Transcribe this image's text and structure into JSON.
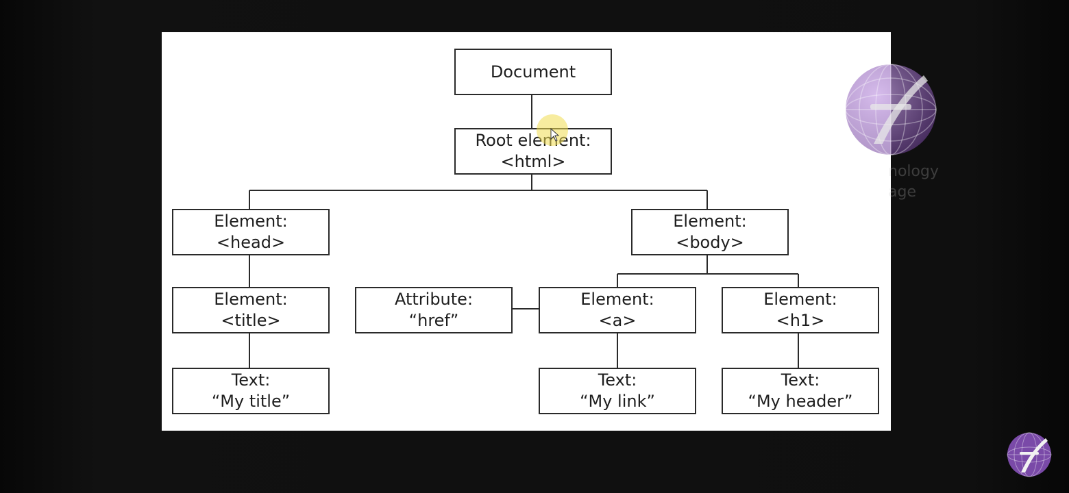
{
  "diagram": {
    "nodes": {
      "document": {
        "line1": "Document"
      },
      "root": {
        "line1": "Root element:",
        "line2": "<html>"
      },
      "head": {
        "line1": "Element:",
        "line2": "<head>"
      },
      "body": {
        "line1": "Element:",
        "line2": "<body>"
      },
      "title": {
        "line1": "Element:",
        "line2": "<title>"
      },
      "attribute": {
        "line1": "Attribute:",
        "line2": "“href”"
      },
      "a": {
        "line1": "Element:",
        "line2": "<a>"
      },
      "h1": {
        "line1": "Element:",
        "line2": "<h1>"
      },
      "text_title": {
        "line1": "Text:",
        "line2": "“My title”"
      },
      "text_link": {
        "line1": "Text:",
        "line2": "“My link”"
      },
      "text_header": {
        "line1": "Text:",
        "line2": "“My header”"
      }
    },
    "edges": [
      [
        "document",
        "root"
      ],
      [
        "root",
        "head"
      ],
      [
        "root",
        "body"
      ],
      [
        "head",
        "title"
      ],
      [
        "title",
        "text_title"
      ],
      [
        "body",
        "a"
      ],
      [
        "body",
        "h1"
      ],
      [
        "attribute",
        "a"
      ],
      [
        "a",
        "text_link"
      ],
      [
        "h1",
        "text_header"
      ]
    ]
  },
  "watermark": {
    "text_line1": "nology",
    "text_line2": "age"
  },
  "colors": {
    "background": "#0b0b0b",
    "slide": "#ffffff",
    "box_border": "#2a2a2a",
    "cursor_highlight": "#f0dc50",
    "logo": "#7a4aa8"
  }
}
